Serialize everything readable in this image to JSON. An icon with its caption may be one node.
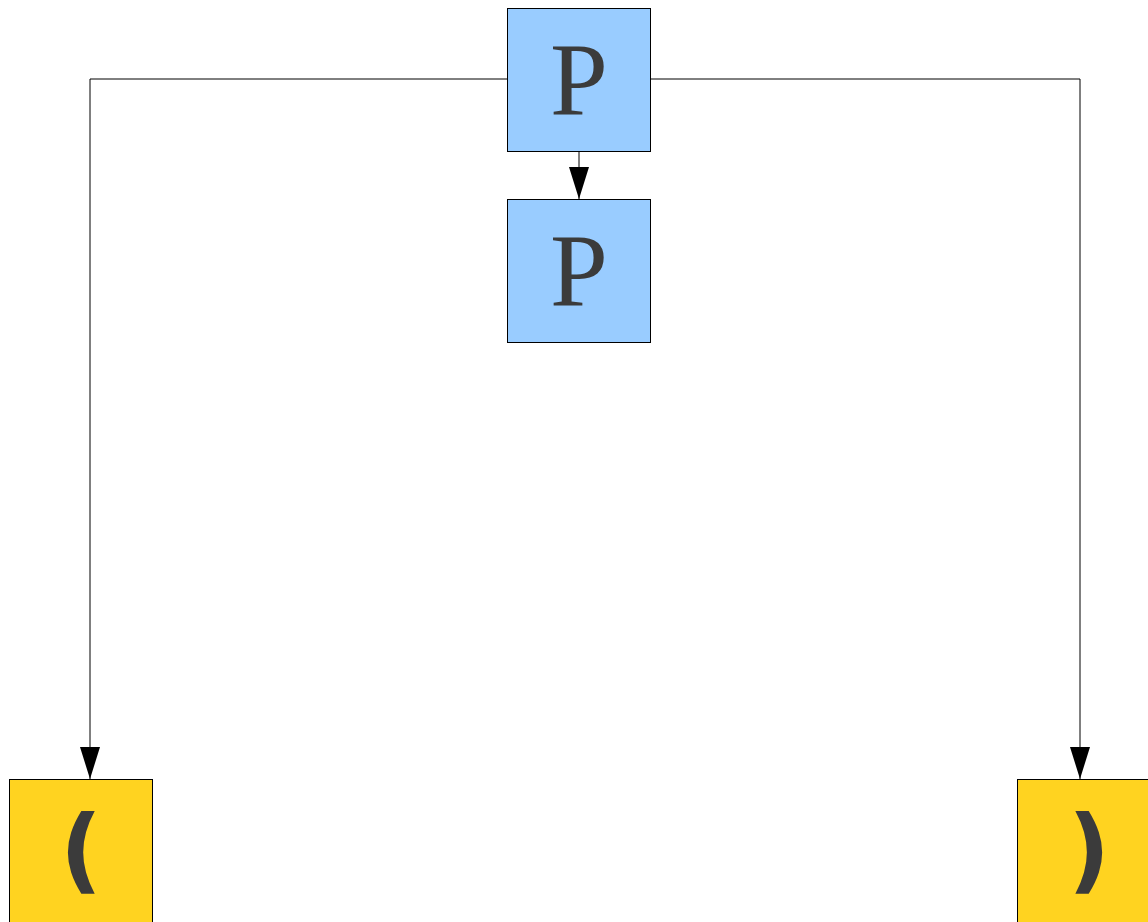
{
  "diagram": {
    "nodes": [
      {
        "text": [
          "P"
        ]
      },
      {
        "text": [
          "P"
        ]
      },
      {
        "text": [
          "("
        ]
      },
      {
        "text": [
          ")"
        ]
      }
    ],
    "edges": [
      {
        "from": 0,
        "to": 1,
        "arrow": "to"
      },
      {
        "from": 0,
        "to": 2,
        "arrow": "to"
      },
      {
        "from": 0,
        "to": 3,
        "arrow": "to"
      }
    ]
  }
}
